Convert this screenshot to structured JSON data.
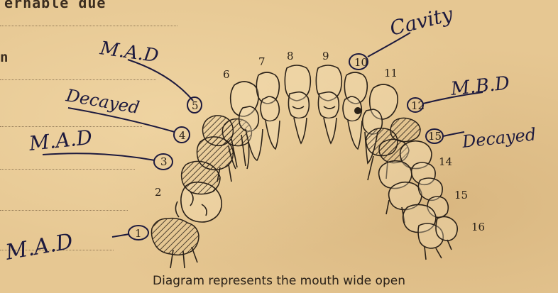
{
  "document": {
    "top_fragment": "ernable due",
    "left_fragment": "n",
    "caption": "Diagram represents the mouth wide open"
  },
  "tooth_numbers_printed": {
    "n1": "1",
    "n2": "2",
    "n3": "3",
    "n4": "4",
    "n5": "5",
    "n6": "6",
    "n7": "7",
    "n8": "8",
    "n9": "9",
    "n10": "10",
    "n11": "11",
    "n12": "12",
    "n13": "15",
    "n14": "14",
    "n15": "15",
    "n16": "16"
  },
  "handwritten_notes": {
    "tooth5": "M.A.D",
    "tooth4": "Decayed",
    "tooth3": "M.A.D",
    "tooth1": "M.A.D",
    "tooth10": "Cavity",
    "tooth12": "M.B.D",
    "tooth13": "Decayed"
  }
}
